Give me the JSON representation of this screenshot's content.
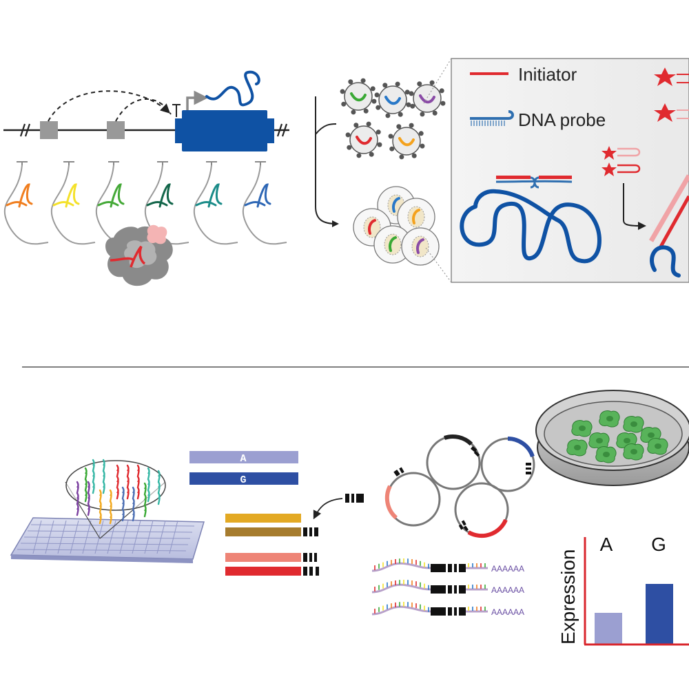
{
  "legend": {
    "initiator_label": "Initiator",
    "dna_probe_label": "DNA probe"
  },
  "variants": {
    "a_label": "A",
    "g_label": "G"
  },
  "mrna": {
    "polya_tail": "AAAAAA"
  },
  "chart_data": {
    "type": "bar",
    "categories": [
      "A",
      "G"
    ],
    "values": [
      0.3,
      0.58
    ],
    "xlabel": "",
    "ylabel": "Expression",
    "ylim": [
      0,
      1
    ],
    "colors": [
      "#9b9fd1",
      "#2e4fa3"
    ],
    "axis_color": "#d9262c",
    "grid": false
  },
  "colors": {
    "gene_blue": "#0f52a4",
    "initiator_red": "#e02a2f",
    "probe_blue": "#2f6fb0",
    "hairpin_pink": "#f0a3a6",
    "axis_red": "#d9262c",
    "variant_a": "#9b9fd1",
    "variant_g": "#2e4fa3",
    "gold": "#e3a923",
    "brown": "#a67c2e",
    "salmon": "#ee8476",
    "red": "#e02a2f",
    "green_cell": "#58b35a"
  },
  "enhancer_colors": [
    "#f07e1f",
    "#f4e12b",
    "#45a938",
    "#13664a",
    "#1b8c89",
    "#2e67b5"
  ],
  "virus_cargo_colors": [
    "#3aa935",
    "#2878c8",
    "#8a4ba6",
    "#e02a2f",
    "#f4a21d"
  ],
  "cell_cargo_colors": [
    "#2878c8",
    "#f4a21d",
    "#e02a2f",
    "#3aa935",
    "#8a4ba6"
  ],
  "library_wave_colors": [
    "#36b7a5",
    "#e02a2f",
    "#7b3fa0",
    "#f2a91f",
    "#4c6fb4",
    "#3aa935"
  ]
}
